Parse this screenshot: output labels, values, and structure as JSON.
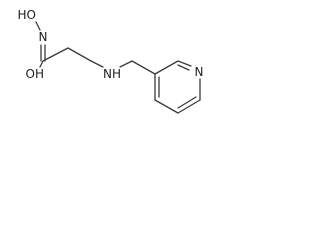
{
  "molecule": {
    "atoms": {
      "ho": "HO",
      "n_amide": "N",
      "oh": "OH",
      "nh": "NH",
      "n_pyridine": "N"
    }
  },
  "colors": {
    "bond": "#3a3a3a",
    "label": "#222222",
    "background": "#ffffff"
  }
}
